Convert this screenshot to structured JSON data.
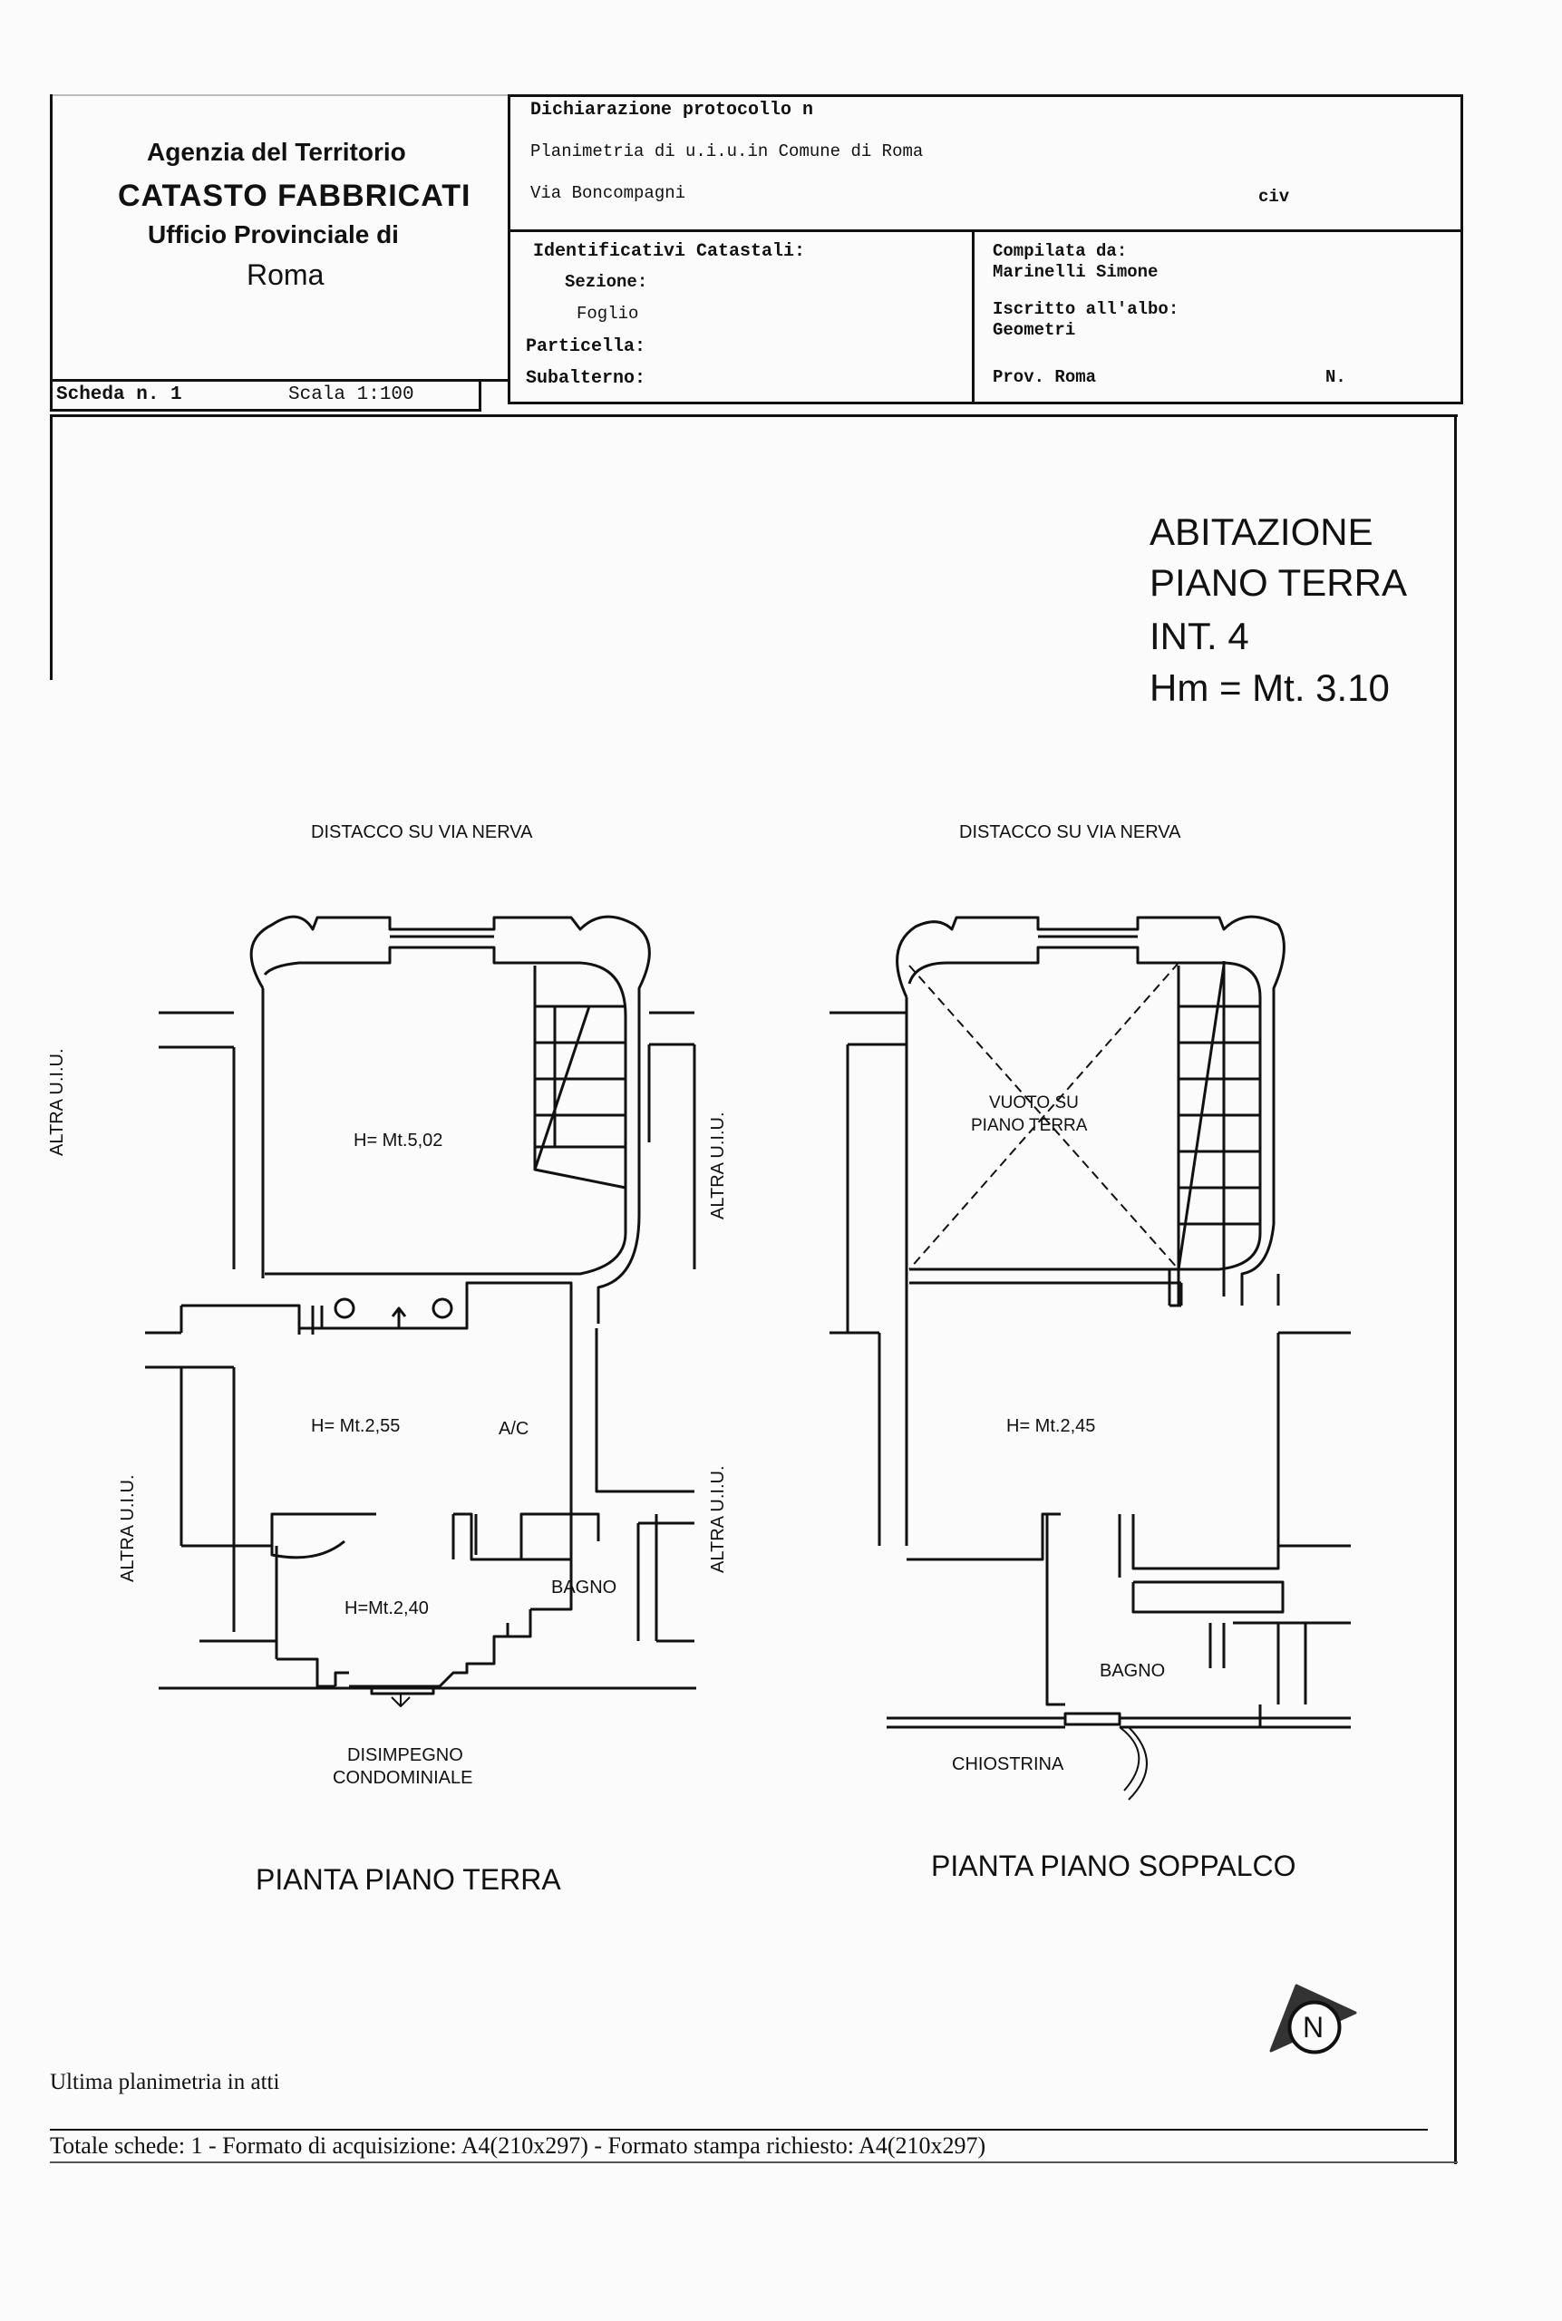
{
  "header": {
    "agency_line1": "Agenzia del Territorio",
    "agency_line2": "CATASTO FABBRICATI",
    "agency_line3": "Ufficio Provinciale di",
    "agency_line4": "Roma",
    "scheda": "Scheda n. 1",
    "scala": "Scala 1:100",
    "dichiarazione": "Dichiarazione protocollo n",
    "planimetria": "Planimetria di u.i.u.in Comune di Roma",
    "via": "Via Boncompagni",
    "civ": "civ",
    "identificativi": "Identificativi Catastali:",
    "sezione": "Sezione:",
    "foglio": "Foglio",
    "particella": "Particella:",
    "subalterno": "Subalterno:",
    "compilata": "Compilata da:",
    "compilatore": "Marinelli Simone",
    "iscritto": "Iscritto all'albo:",
    "albo": "Geometri",
    "prov": "Prov. Roma",
    "n": "N."
  },
  "unit": {
    "line1": "ABITAZIONE",
    "line2": "PIANO TERRA",
    "line3": "INT. 4",
    "line4": "Hm = Mt. 3.10"
  },
  "plan_left": {
    "top_label": "DISTACCO SU VIA NERVA",
    "left_label_top": "ALTRA U.I.U.",
    "left_label_bottom": "ALTRA U.I.U.",
    "right_label_top": "ALTRA U.I.U.",
    "right_label_bottom": "ALTRA U.I.U.",
    "h1": "H= Mt.5,02",
    "h2": "H= Mt.2,55",
    "ac": "A/C",
    "h3": "H=Mt.2,40",
    "bagno": "BAGNO",
    "bottom_label1": "DISIMPEGNO",
    "bottom_label2": "CONDOMINIALE",
    "title": "PIANTA PIANO TERRA"
  },
  "plan_right": {
    "top_label": "DISTACCO SU VIA NERVA",
    "vuoto1": "VUOTO SU",
    "vuoto2": "PIANO TERRA",
    "h1": "H= Mt.2,45",
    "bagno": "BAGNO",
    "chiostrina": "CHIOSTRINA",
    "title": "PIANTA PIANO SOPPALCO"
  },
  "compass": {
    "letter": "N"
  },
  "footer": {
    "ultima": "Ultima planimetria in atti",
    "totale": "Totale schede: 1 - Formato di acquisizione: A4(210x297) - Formato stampa richiesto: A4(210x297)"
  }
}
